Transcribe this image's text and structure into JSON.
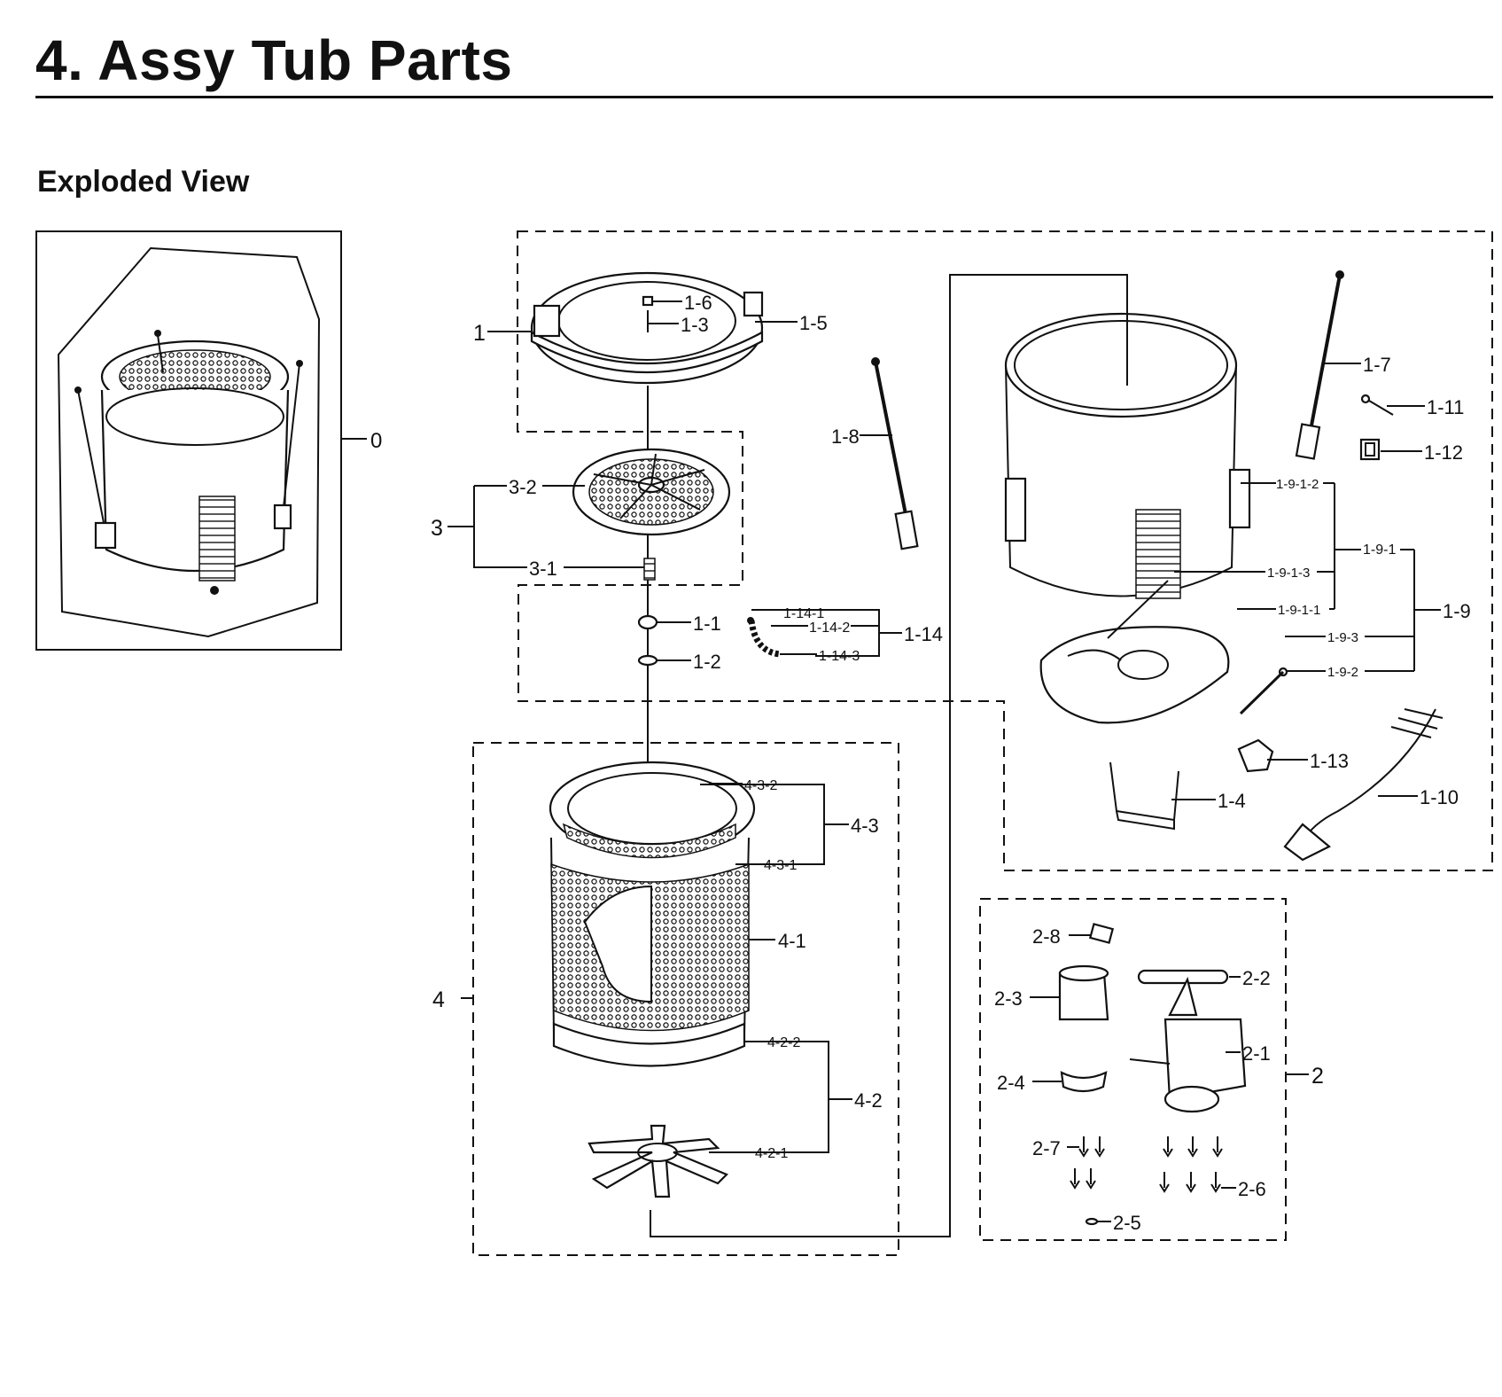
{
  "header": {
    "title": "4.  Assy Tub Parts",
    "subtitle": "Exploded View"
  },
  "callouts": {
    "c0": "0",
    "c1": "1",
    "c1_1": "1-1",
    "c1_2": "1-2",
    "c1_3": "1-3",
    "c1_4": "1-4",
    "c1_5": "1-5",
    "c1_6": "1-6",
    "c1_7": "1-7",
    "c1_8": "1-8",
    "c1_9": "1-9",
    "c1_9_1": "1-9-1",
    "c1_9_1_1": "1-9-1-1",
    "c1_9_1_2": "1-9-1-2",
    "c1_9_1_3": "1-9-1-3",
    "c1_9_2": "1-9-2",
    "c1_9_3": "1-9-3",
    "c1_10": "1-10",
    "c1_11": "1-11",
    "c1_12": "1-12",
    "c1_13": "1-13",
    "c1_14": "1-14",
    "c1_14_1": "1-14-1",
    "c1_14_2": "1-14-2",
    "c1_14_3": "1-14-3",
    "c2": "2",
    "c2_1": "2-1",
    "c2_2": "2-2",
    "c2_3": "2-3",
    "c2_4": "2-4",
    "c2_5": "2-5",
    "c2_6": "2-6",
    "c2_7": "2-7",
    "c2_8": "2-8",
    "c3": "3",
    "c3_1": "3-1",
    "c3_2": "3-2",
    "c4": "4",
    "c4_1": "4-1",
    "c4_2": "4-2",
    "c4_2_1": "4-2-1",
    "c4_2_2": "4-2-2",
    "c4_3": "4-3",
    "c4_3_1": "4-3-1",
    "c4_3_2": "4-3-2"
  }
}
